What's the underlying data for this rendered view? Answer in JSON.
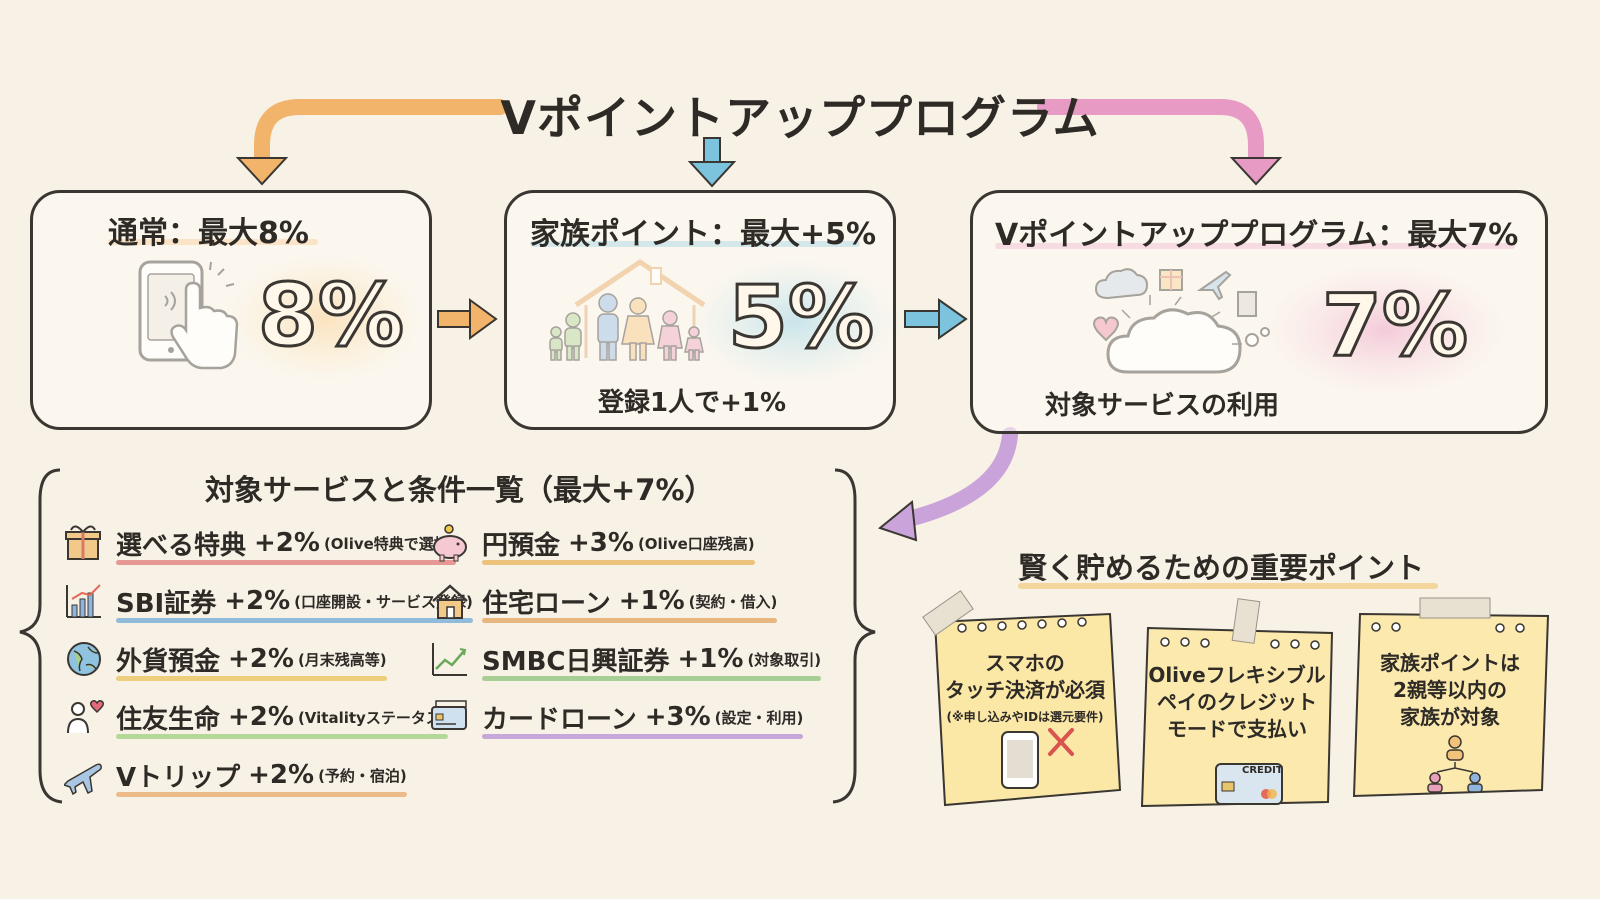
{
  "title": "Vポイントアッププログラム",
  "cards": [
    {
      "title": "通常：最大8%",
      "percent": "8%",
      "sub": ""
    },
    {
      "title": "家族ポイント：最大+5%",
      "percent": "5%",
      "sub": "登録1人で+1%"
    },
    {
      "title": "Vポイントアッププログラム：最大7%",
      "percent": "7%",
      "sub": "対象サービスの利用"
    }
  ],
  "services_title": "対象サービスと条件一覧（最大+7%）",
  "services": [
    {
      "name": "選べる特典",
      "pct": "+2%",
      "note": "(Olive特典で選択)",
      "icon": "gift-icon",
      "color": "#e07a7a"
    },
    {
      "name": "円預金",
      "pct": "+3%",
      "note": "(Olive口座残高)",
      "icon": "piggy-bank-icon",
      "color": "#e9b25a"
    },
    {
      "name": "SBI証券",
      "pct": "+2%",
      "note": "(口座開設・サービス登録)",
      "icon": "bar-chart-icon",
      "color": "#6fa8d6"
    },
    {
      "name": "住宅ローン",
      "pct": "+1%",
      "note": "(契約・借入)",
      "icon": "house-icon",
      "color": "#e3a35e"
    },
    {
      "name": "外貨預金",
      "pct": "+2%",
      "note": "(月末残高等)",
      "icon": "globe-icon",
      "color": "#e9c25a"
    },
    {
      "name": "SMBC日興証券",
      "pct": "+1%",
      "note": "(対象取引)",
      "icon": "trend-chart-icon",
      "color": "#8cc27a"
    },
    {
      "name": "住友生命",
      "pct": "+2%",
      "note": "(Vitalityステータス)",
      "icon": "person-heart-icon",
      "color": "#9ccf7e"
    },
    {
      "name": "カードローン",
      "pct": "+3%",
      "note": "(設定・利用)",
      "icon": "credit-card-icon",
      "color": "#b58ed6"
    },
    {
      "name": "Vトリップ",
      "pct": "+2%",
      "note": "(予約・宿泊)",
      "icon": "airplane-icon",
      "color": "#e9a86a"
    }
  ],
  "points_title": "賢く貯めるための重要ポイント",
  "notes": [
    {
      "lines": [
        "スマホの",
        "タッチ決済が必須"
      ],
      "sub": "(※申し込みやIDは選元要件)",
      "icon": "phone-touch-icon"
    },
    {
      "lines": [
        "Oliveフレキシブル",
        "ペイのクレジット",
        "モードで支払い"
      ],
      "card_label": "CREDIT",
      "icon": "credit-card-icon"
    },
    {
      "lines": [
        "家族ポイントは",
        "2親等以内の",
        "家族が対象"
      ],
      "icon": "family-tree-icon"
    }
  ],
  "colors": {
    "orange": "#f2b46a",
    "blue": "#7cc3dd",
    "pink": "#e79ac4",
    "ink": "#3a3632",
    "paper": "#f7f1e6"
  }
}
